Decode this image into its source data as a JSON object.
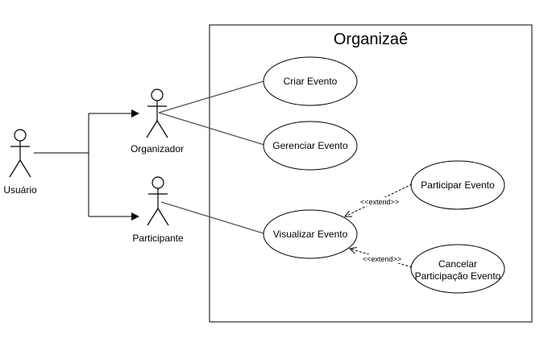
{
  "system": {
    "title": "Organizaê"
  },
  "actors": {
    "usuario": "Usuário",
    "organizador": "Organizador",
    "participante": "Participante"
  },
  "use_cases": {
    "criar_evento": "Criar Evento",
    "gerenciar_evento": "Gerenciar Evento",
    "visualizar_evento": "Visualizar Evento",
    "participar_evento": "Participar Evento",
    "cancelar_participacao_line1": "Cancelar",
    "cancelar_participacao_line2": "Participação Evento"
  },
  "relations": {
    "extend_participar": "<<extend>>",
    "extend_cancelar": "<<extend>>"
  }
}
